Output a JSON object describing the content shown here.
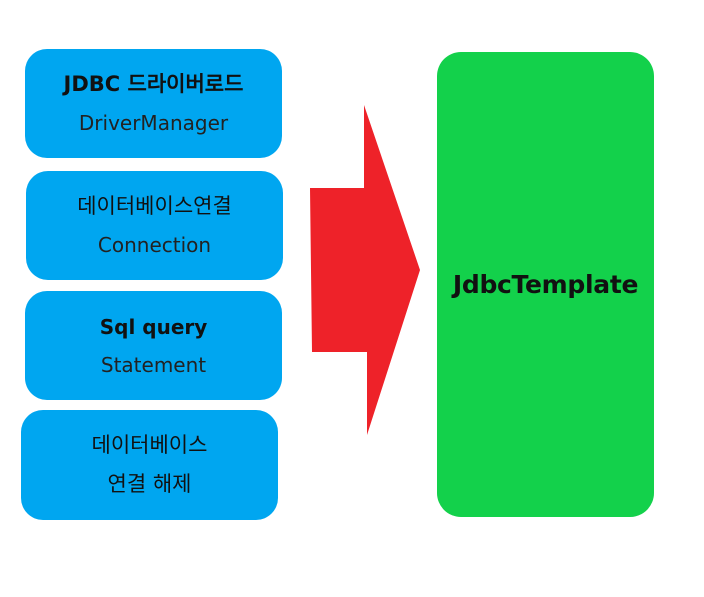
{
  "steps": [
    {
      "title": "JDBC 드라이버로드",
      "subtitle": "DriverManager"
    },
    {
      "title": "데이터베이스연결",
      "subtitle": "Connection"
    },
    {
      "title": "Sql query",
      "subtitle": "Statement"
    },
    {
      "title": "데이터베이스",
      "subtitle": "연결 해제"
    }
  ],
  "target": {
    "label": "JdbcTemplate"
  },
  "colors": {
    "step_box": "#00A6F0",
    "arrow": "#EE2229",
    "target_box": "#13D14B"
  }
}
